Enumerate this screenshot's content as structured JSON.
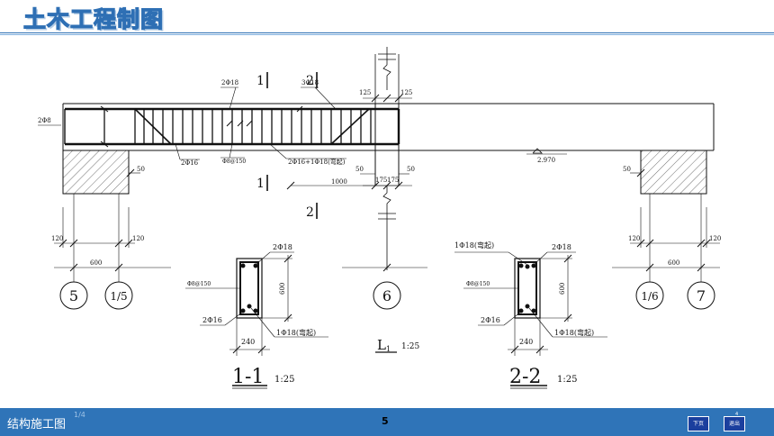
{
  "header": {
    "title": "土木工程制图"
  },
  "drawing": {
    "beam": {
      "section_mark_1": "1",
      "section_mark_2": "2",
      "rebar_top_left": "2Φ18",
      "rebar_top_right": "3Φ18",
      "rebar_left_end": "2Φ8",
      "rebar_bottom": "2Φ16",
      "stirrup": "Φ8@150",
      "rebar_bent": "2Φ16+1Φ18(弯起)",
      "elevation": "2.970",
      "dim_125_a": "125",
      "dim_125_b": "125",
      "dim_50_a": "50",
      "dim_50_b": "50",
      "dim_50_c": "50",
      "dim_50_d": "50",
      "dim_175_a": "175",
      "dim_175_b": "175",
      "dim_1000": "1000",
      "dim_120_a": "120",
      "dim_120_b": "120",
      "dim_120_c": "120",
      "dim_120_d": "120",
      "dim_600_left": "600",
      "dim_600_right": "600"
    },
    "axes": {
      "a5": "5",
      "a1_5": "1/5",
      "a6": "6",
      "a1_6": "1/6",
      "a7": "7"
    },
    "title_l1": {
      "label": "L",
      "sub": "1",
      "scale": "1:25"
    },
    "section1": {
      "rebar_top": "2Φ18",
      "stirrup": "Φ8@150",
      "height": "600",
      "rebar_bottom": "2Φ16",
      "rebar_bent": "1Φ18(弯起)",
      "width": "240",
      "title": "1-1",
      "scale": "1:25"
    },
    "section2": {
      "rebar_bent_top": "1Φ18(弯起)",
      "rebar_top": "2Φ18",
      "stirrup": "Φ8@150",
      "height": "600",
      "rebar_bottom": "2Φ16",
      "rebar_bent": "1Φ18(弯起)",
      "width": "240",
      "title": "2-2",
      "scale": "1:25"
    }
  },
  "footer": {
    "title": "结构施工图",
    "subtitle": "1/4",
    "page": "5",
    "prev_label": "下页",
    "exit_label": "退出",
    "exit_mark": "4"
  }
}
